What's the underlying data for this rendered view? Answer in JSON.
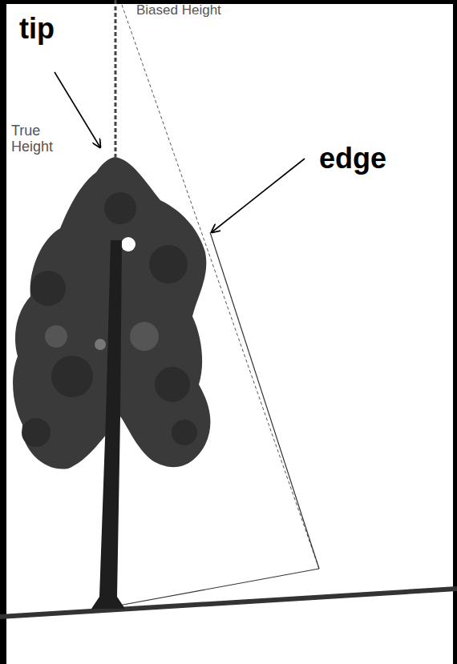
{
  "diagram": {
    "labels": [
      "Biased Height",
      "tip",
      "True Height",
      "edge"
    ]
  }
}
